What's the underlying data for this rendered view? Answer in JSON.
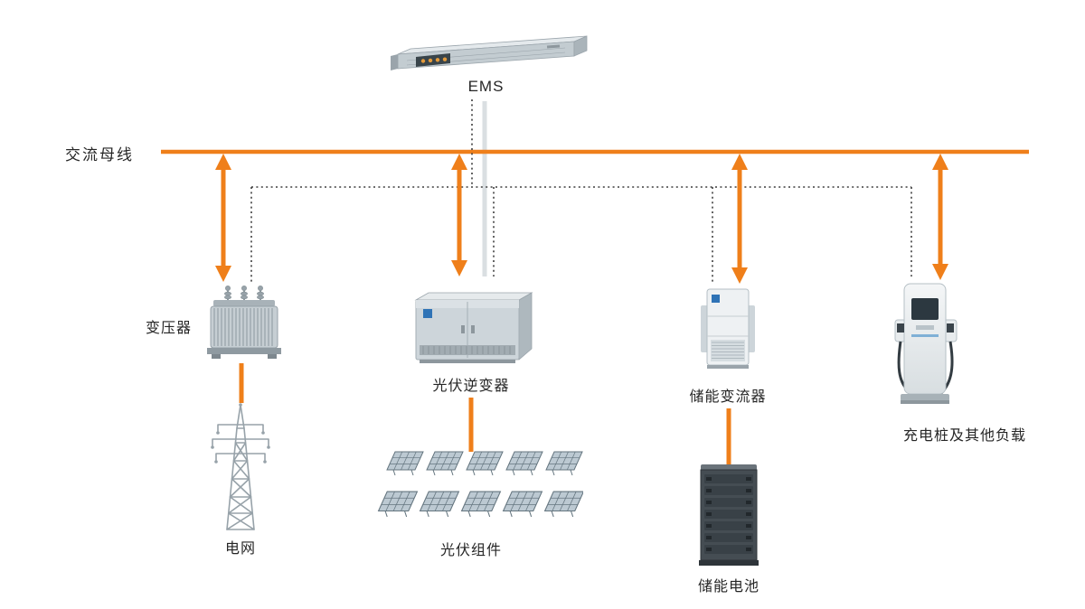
{
  "diagram": {
    "ems": {
      "label": "EMS"
    },
    "bus": {
      "label": "交流母线"
    },
    "nodes": {
      "transformer": {
        "label": "变压器"
      },
      "grid": {
        "label": "电网"
      },
      "pv_inverter": {
        "label": "光伏逆变器"
      },
      "pv_modules": {
        "label": "光伏组件"
      },
      "pcs": {
        "label": "储能变流器"
      },
      "battery": {
        "label": "储能电池"
      },
      "charger": {
        "label": "充电桩及其他负载"
      }
    },
    "colors": {
      "bus_orange": "#EF7F1A",
      "comm_dotted": "#3D3D3D",
      "device_gray": "#C6CED3",
      "background": "#FFFFFF"
    }
  }
}
